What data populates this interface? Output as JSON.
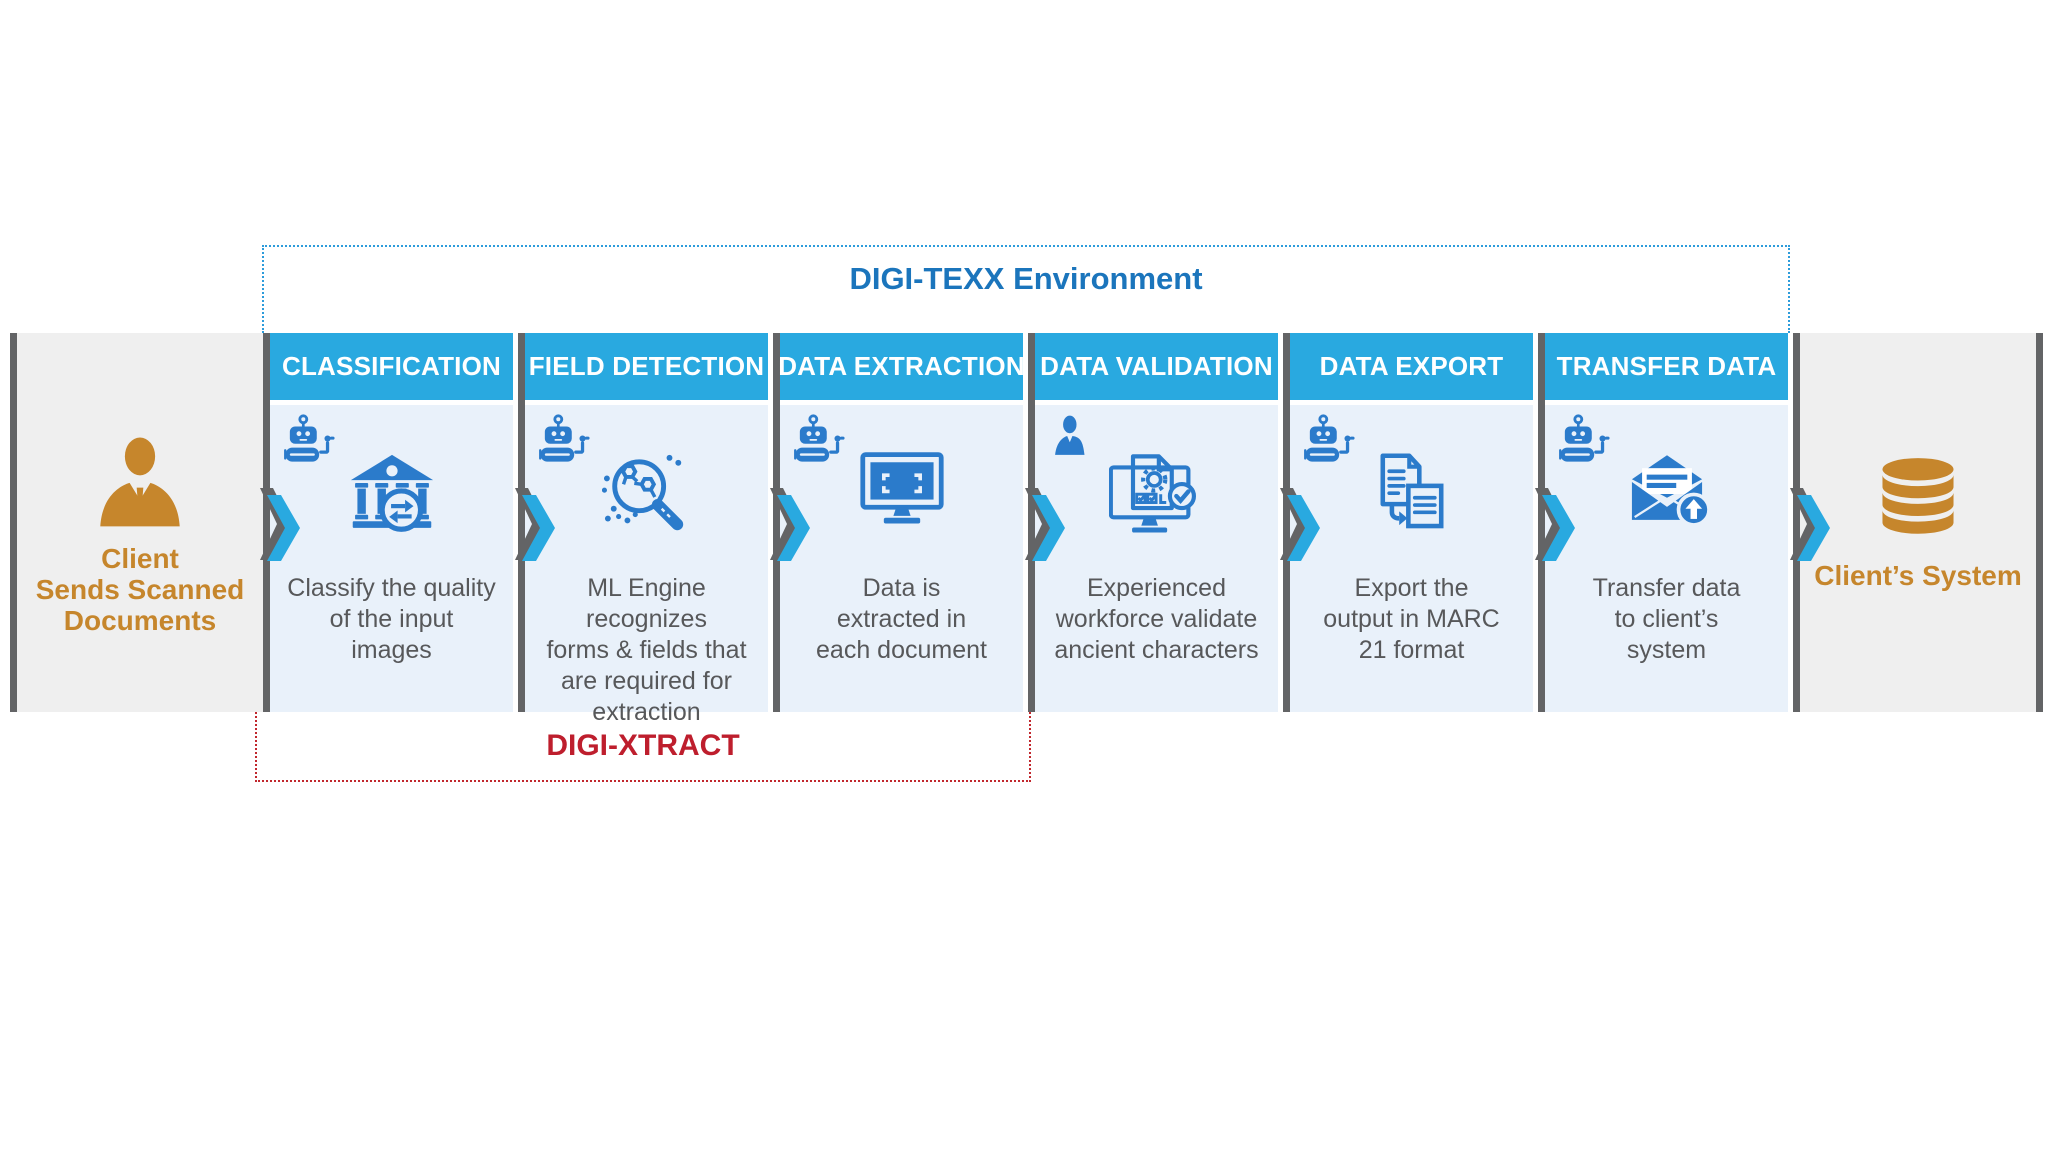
{
  "environment": {
    "label": "DIGI-TEXX Environment"
  },
  "xtract": {
    "label": "DIGI-XTRACT"
  },
  "source": {
    "label": "Client\nSends Scanned\nDocuments",
    "icon": "client-person-icon"
  },
  "target": {
    "label": "Client’s System",
    "icon": "database-icon"
  },
  "stages": [
    {
      "title": "CLASSIFICATION",
      "actor_icon": "robot-icon",
      "main_icon": "bank-classification-icon",
      "description": "Classify the quality\nof the input\nimages"
    },
    {
      "title": "FIELD DETECTION",
      "actor_icon": "robot-icon",
      "main_icon": "ml-magnifier-icon",
      "description": "ML Engine recognizes\nforms & fields that\nare required for\nextraction"
    },
    {
      "title": "DATA EXTRACTION",
      "actor_icon": "robot-icon",
      "main_icon": "monitor-extract-icon",
      "description": "Data is\nextracted in\neach document"
    },
    {
      "title": "DATA VALIDATION",
      "actor_icon": "person-icon",
      "main_icon": "monitor-validation-icon",
      "description": "Experienced\nworkforce validate\nancient characters"
    },
    {
      "title": "DATA EXPORT",
      "actor_icon": "robot-icon",
      "main_icon": "documents-export-icon",
      "description": "Export the\noutput in MARC\n21 format"
    },
    {
      "title": "TRANSFER DATA",
      "actor_icon": "robot-icon",
      "main_icon": "envelope-transfer-icon",
      "description": "Transfer data\nto client’s\nsystem"
    }
  ],
  "colors": {
    "header_cyan": "#29A9E0",
    "icon_blue": "#2B7BCB",
    "title_blue": "#1B75BC",
    "dotted_blue": "#2D9CDB",
    "panel_blue": "#E9F1FA",
    "panel_gray": "#EFEFEF",
    "divider_gray": "#636466",
    "text_gray": "#57585A",
    "accent_orange": "#C6862C",
    "accent_red": "#C1272D"
  }
}
